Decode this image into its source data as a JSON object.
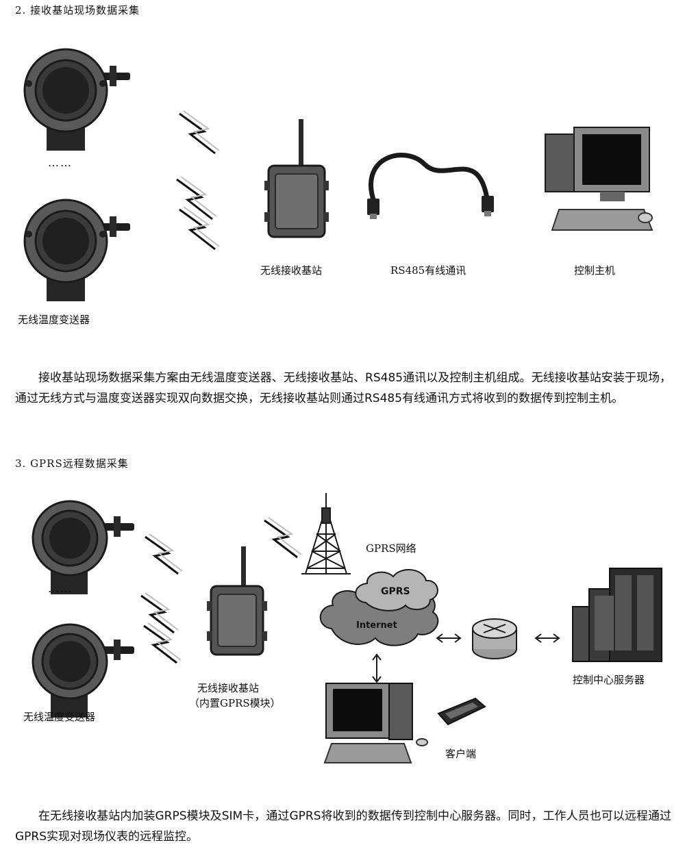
{
  "section2": {
    "heading": "2. 接收基站现场数据采集",
    "dots": "……",
    "labels": {
      "transmitter": "无线温度变送器",
      "base_station": "无线接收基站",
      "rs485": "RS485有线通讯",
      "host": "控制主机"
    },
    "paragraph": "接收基站现场数据采集方案由无线温度变送器、无线接收基站、RS485通讯以及控制主机组成。无线接收基站安装于现场，通过无线方式与温度变送器实现双向数据交换，无线接收基站则通过RS485有线通讯方式将收到的数据传到控制主机。"
  },
  "section3": {
    "heading": "3. GPRS远程数据采集",
    "dots": "……",
    "labels": {
      "transmitter": "无线温度变送器",
      "base_station": "无线接收基站",
      "base_station_sub": "（内置GPRS模块）",
      "gprs_network": "GPRS网络",
      "gprs_cloud": "GPRS",
      "internet_cloud": "Internet",
      "server": "控制中心服务器",
      "client": "客户端"
    },
    "paragraph": "在无线接收基站内加装GRPS模块及SIM卡，通过GPRS将收到的数据传到控制中心服务器。同时，工作人员也可以远程通过GPRS实现对现场仪表的远程监控。"
  }
}
